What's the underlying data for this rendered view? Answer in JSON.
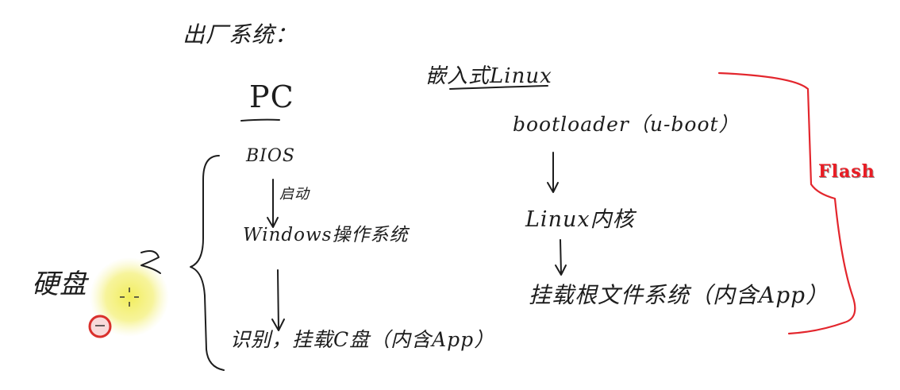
{
  "pc_column": {
    "heading": "出厂系统：",
    "title": "PC",
    "step1": "BIOS",
    "arrow1_label": "启动",
    "step2": "Windows操作系统",
    "step3": "识别，挂载C盘（内含App）"
  },
  "embedded_column": {
    "title": "嵌入式Linux",
    "step1": "bootloader（u-boot）",
    "step2": "Linux内核",
    "step3": "挂载根文件系统（内含App）"
  },
  "left_label": "硬盘",
  "flash_label": "Flash",
  "colors": {
    "ink": "#1d1d1d",
    "bracket": "#e3262d",
    "flash_text": "#ea1c24",
    "highlight": "#f4f07a",
    "cursor_ring": "#d9302c"
  },
  "icons": {
    "cursor": "crosshair-icon",
    "click_indicator": "click-ring-icon"
  }
}
